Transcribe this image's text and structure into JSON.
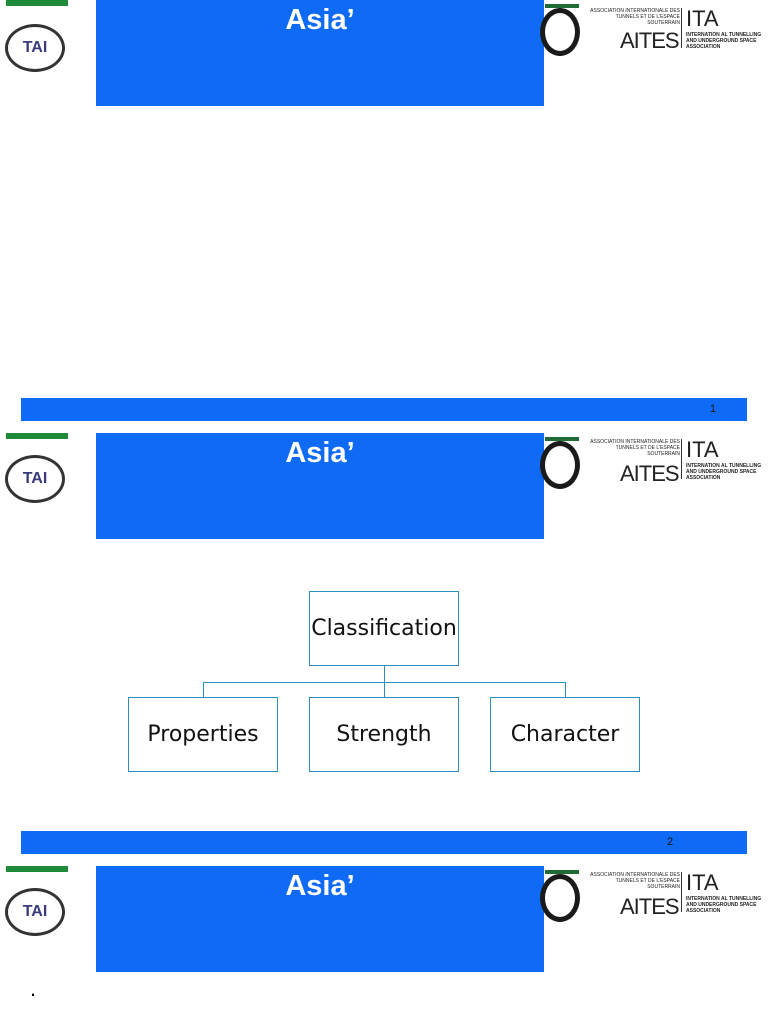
{
  "slides": [
    {
      "title": "Asia’",
      "page_number": "1"
    },
    {
      "title": "Asia’",
      "page_number": "2"
    },
    {
      "title": "Asia’"
    }
  ],
  "logos": {
    "tai": "TAI",
    "assoc_small": "ASSOCIATION INTERNATIONALE DES TUNNELS ET DE L'ESPACE SOUTERRAIN",
    "aites": "AITES",
    "ita": "ITA",
    "ita_small": "INTERNATION AL TUNNELLING AND UNDERGROUND SPACE ASSOCIATION"
  },
  "diagram": {
    "root": "Classification",
    "children": [
      "Properties",
      "Strength",
      "Character"
    ]
  },
  "bullet": "."
}
